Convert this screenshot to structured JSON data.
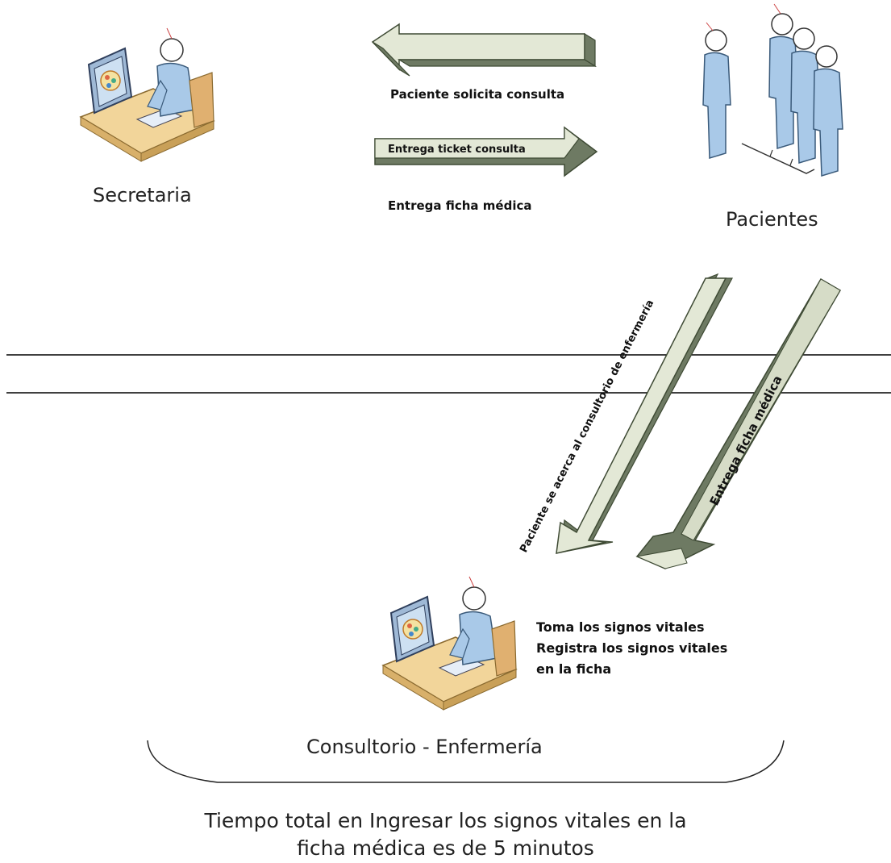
{
  "actors": {
    "secretary": "Secretaria",
    "patients": "Pacientes"
  },
  "flows": {
    "request": "Paciente solicita consulta",
    "ticket": "Entrega ticket consulta",
    "record_to_patient": "Entrega ficha médica",
    "approach_nursing": "Paciente se acerca al consultorio de enfermería",
    "record_to_nursing": "Entrega ficha médica"
  },
  "nursing": {
    "steps": [
      "Toma los signos vitales",
      "Registra los signos vitales",
      "en la ficha"
    ],
    "label": "Consultorio - Enfermería"
  },
  "total_time": {
    "line1": "Tiempo total en Ingresar los signos vitales en la",
    "line2": "ficha médica es de  5 minutos"
  },
  "colors": {
    "arrow_dark": "#6e7a63",
    "arrow_light": "#e3e8d6",
    "skin": "#ffffff",
    "clothing": "#a9c9e8",
    "desk": "#f2d59a",
    "line": "#000000"
  }
}
